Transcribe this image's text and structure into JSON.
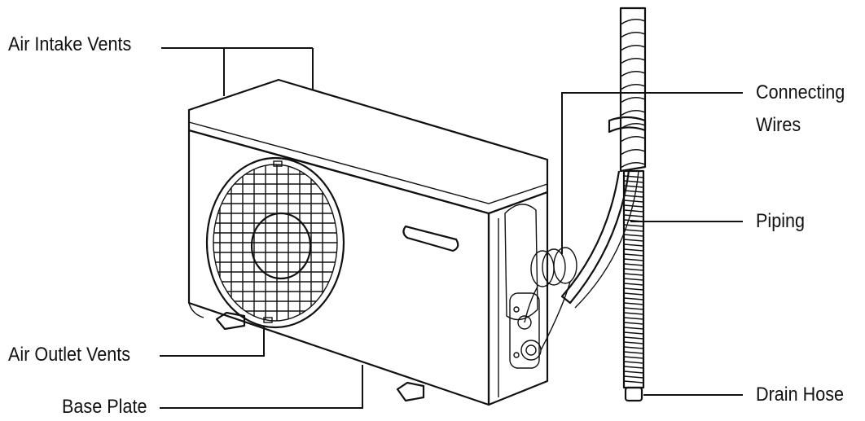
{
  "labels": {
    "air_intake": "Air Intake Vents",
    "air_outlet": "Air Outlet Vents",
    "base_plate": "Base Plate",
    "connecting_wires_1": "Connecting",
    "connecting_wires_2": "Wires",
    "piping": "Piping",
    "drain_hose": "Drain Hose"
  },
  "colors": {
    "line": "#111111",
    "fill": "#ffffff",
    "shade": "#f2f2f2"
  }
}
